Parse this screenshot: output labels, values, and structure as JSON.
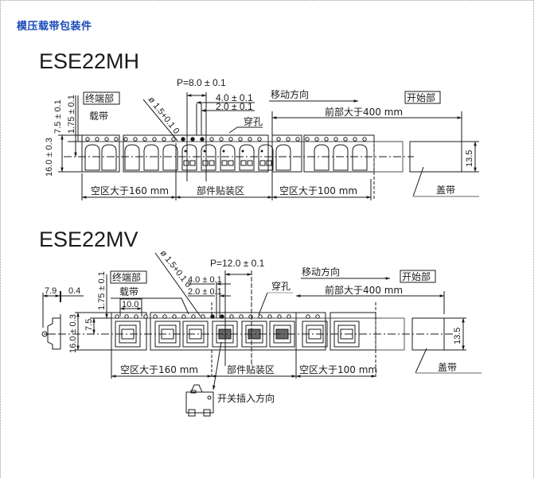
{
  "section_title": "模压载带包装件",
  "colors": {
    "title": "#1a49b8",
    "line": "#1a1a1a",
    "frame": "#9a9a9a"
  },
  "mh": {
    "model": "ESE22MH",
    "pitch": "P=8.0 ± 0.1",
    "dim_4": "4.0 ± 0.1",
    "dim_2": "2.0 ± 0.1",
    "hole_dia": "ø 1.5+0.1 0",
    "hole_label": "穿孔",
    "end_label": "终端部",
    "carrier_label": "载带",
    "dim_7_5": "7.5 ± 0.1",
    "dim_1_75": "1.75 ± 0.1",
    "dim_16": "16.0 ± 0.3",
    "move_dir": "移动方向",
    "start_label": "开始部",
    "front": "前部大于400 mm",
    "dim_13_5": "13.5",
    "empty_160": "空区大于160 mm",
    "mount_zone": "部件贴装区",
    "empty_100": "空区大于100 mm",
    "cover_tape": "盖带"
  },
  "mv": {
    "model": "ESE22MV",
    "pitch": "P=12.0 ± 0.1",
    "dim_4": "4.0 ± 0.1",
    "dim_2": "2.0 ± 0.1",
    "hole_dia": "ø 1.5+0.1 0",
    "hole_label": "穿孔",
    "end_label": "终端部",
    "carrier_label": "载带",
    "dim_10": "10.0",
    "dim_7_9": "7.9",
    "dim_0_4": "0.4",
    "dim_7_5": "7.5",
    "dim_1_75": "1.75 ± 0.1",
    "dim_16": "16.0 ± 0.3",
    "move_dir": "移动方向",
    "start_label": "开始部",
    "front": "前部大于400 mm",
    "dim_13_5": "13.5",
    "empty_160": "空区大于160 mm",
    "mount_zone": "部件贴装区",
    "empty_100": "空区大于100 mm",
    "cover_tape": "盖带",
    "insert_dir": "开关插入方向"
  }
}
